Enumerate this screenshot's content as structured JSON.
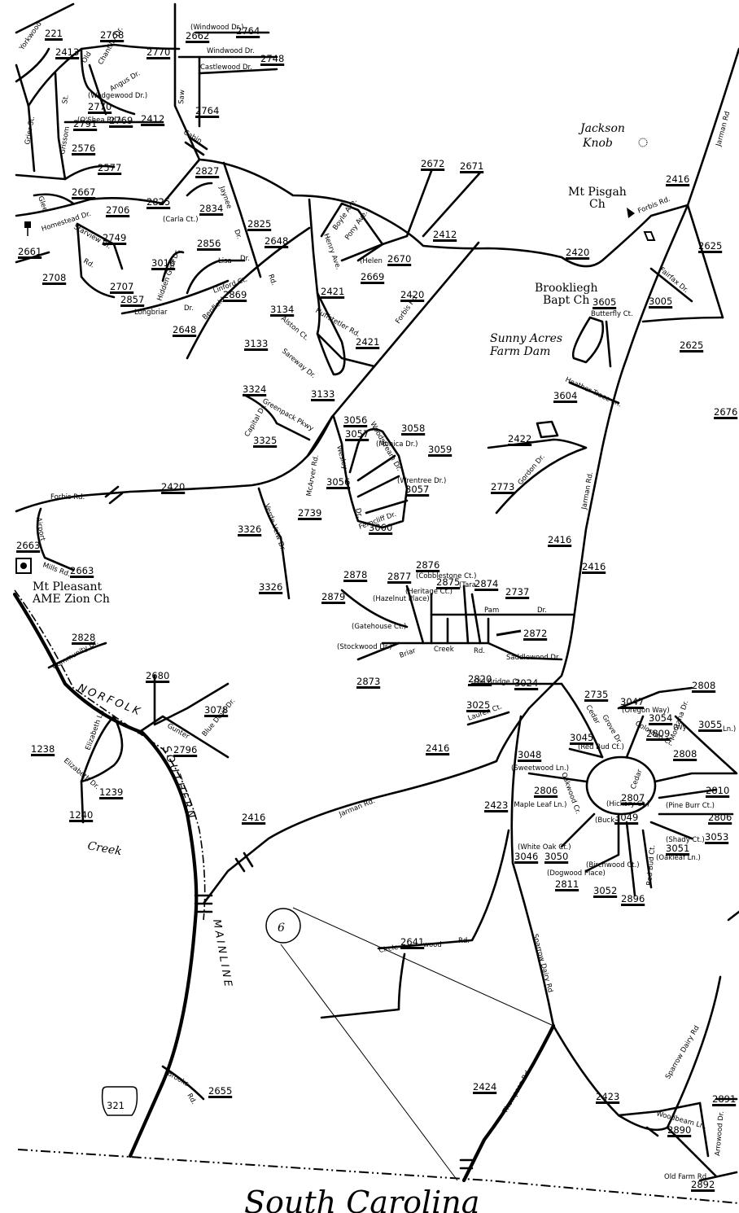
{
  "state_label": "South Carolina",
  "railroad": {
    "words": [
      "NORFOLK",
      "SOUTHERN",
      "MAINLINE"
    ]
  },
  "highway_shield": "321",
  "grid_marker": "6",
  "places": [
    {
      "id": "jackson-knob-1",
      "text": "Jackson"
    },
    {
      "id": "jackson-knob-2",
      "text": "Knob"
    },
    {
      "id": "mt-pisgah-1",
      "text": "Mt Pisgah"
    },
    {
      "id": "mt-pisgah-2",
      "text": "Ch"
    },
    {
      "id": "brookliegh-1",
      "text": "Brookliegh"
    },
    {
      "id": "brookliegh-2",
      "text": "Bapt Ch"
    },
    {
      "id": "sunny-acres-1",
      "text": "Sunny Acres"
    },
    {
      "id": "sunny-acres-2",
      "text": "Farm Dam"
    },
    {
      "id": "mt-pleasant-1",
      "text": "Mt Pleasant"
    },
    {
      "id": "mt-pleasant-2",
      "text": "AME Zion Ch"
    },
    {
      "id": "creek",
      "text": "Creek"
    }
  ],
  "roads": [
    {
      "text": "Forbis Rd."
    },
    {
      "text": "Forbis Rd"
    },
    {
      "text": "Forbis Rd."
    },
    {
      "text": "Jarman Rd."
    },
    {
      "text": "Jarman Rd."
    },
    {
      "text": "Jarman Rd"
    },
    {
      "text": "Sparrow Dairy Rd"
    },
    {
      "text": "Sparrow Dairy Rd"
    },
    {
      "text": "Thompson Rd."
    },
    {
      "text": "Circle"
    },
    {
      "text": "Rd."
    },
    {
      "text": "wood"
    },
    {
      "text": "Brooks"
    },
    {
      "text": "Rd."
    },
    {
      "text": "Gunter"
    },
    {
      "text": "Blue Devil Dr."
    },
    {
      "text": "Elizabeth Ln."
    },
    {
      "text": "Elizabeth Dr."
    },
    {
      "text": "Community Dr."
    },
    {
      "text": "Mills Rd."
    },
    {
      "text": "Airport"
    },
    {
      "text": "Verde Veiw Dr."
    },
    {
      "text": "McArver Rd."
    },
    {
      "text": "Wesley"
    },
    {
      "text": "Dr."
    },
    {
      "text": "Woodstream Dr."
    },
    {
      "text": "(Monica Dr.)"
    },
    {
      "text": "(Wrentree Dr.)"
    },
    {
      "text": "Ferncliff Dr."
    },
    {
      "text": "Capital Dr."
    },
    {
      "text": "Greenpack Pkwy"
    },
    {
      "text": "Huffstetler Rd."
    },
    {
      "text": "Alston Ct."
    },
    {
      "text": "Sareway Dr."
    },
    {
      "text": "Boyle Ave."
    },
    {
      "text": "Pony Ave."
    },
    {
      "text": "Henry Ave."
    },
    {
      "text": "(Helen"
    },
    {
      "text": "Rd."
    },
    {
      "text": "Benfield"
    },
    {
      "text": "Longbriar"
    },
    {
      "text": "Dr."
    },
    {
      "text": "Linford Ct."
    },
    {
      "text": "Lisa"
    },
    {
      "text": "Dr."
    },
    {
      "text": "Hidden Glen Dr."
    },
    {
      "text": "Jaynee"
    },
    {
      "text": "Dr."
    },
    {
      "text": "(Carla Ct.)"
    },
    {
      "text": "Starview Dr."
    },
    {
      "text": "Rd."
    },
    {
      "text": "Homestead Dr."
    },
    {
      "text": "Glee"
    },
    {
      "text": "Grier St."
    },
    {
      "text": "Grissom"
    },
    {
      "text": "St."
    },
    {
      "text": "Old"
    },
    {
      "text": "Chantilly Dr."
    },
    {
      "text": "Angus Dr."
    },
    {
      "text": "(Wedgewood Dr.)"
    },
    {
      "text": "(O'Shea Rd.)"
    },
    {
      "text": "Yorkwood"
    },
    {
      "text": "Saw"
    },
    {
      "text": "(Windwood Dr.)"
    },
    {
      "text": "Windwood Dr."
    },
    {
      "text": "Castlewood Dr."
    },
    {
      "text": "Cabin"
    },
    {
      "text": "Fairfax Dr."
    },
    {
      "text": "Butterfly Ct."
    },
    {
      "text": "Heather Trace Ln."
    },
    {
      "text": "Gordon Dr."
    },
    {
      "text": "Pam"
    },
    {
      "text": "Dr."
    },
    {
      "text": "Briar"
    },
    {
      "text": "Creek"
    },
    {
      "text": "Rd."
    },
    {
      "text": "Saddlewood Dr."
    },
    {
      "text": "(Cobblestone Ct.)"
    },
    {
      "text": "(Heritage Ct.)"
    },
    {
      "text": "(Tara"
    },
    {
      "text": "(Hazelnut Place)"
    },
    {
      "text": "(Gatehouse Ct.)"
    },
    {
      "text": "(Stockwood Dr.)"
    },
    {
      "text": "Old Bridge Ct."
    },
    {
      "text": "Lauren Ct."
    },
    {
      "text": "Cedar"
    },
    {
      "text": "Grove Dr."
    },
    {
      "text": "Colorado Ct."
    },
    {
      "text": "(Red Bud Ct.)"
    },
    {
      "text": "(Sweetwood Ln.)"
    },
    {
      "text": "(Maple Leaf Ln.)"
    },
    {
      "text": "Oakwood Cr."
    },
    {
      "text": "(Hickory Ct.)"
    },
    {
      "text": "Cedar"
    },
    {
      "text": "(Buck"
    },
    {
      "text": "(Oregon Way)"
    },
    {
      "text": "(Wy"
    },
    {
      "text": "Ln.)"
    },
    {
      "text": "Montana Dr."
    },
    {
      "text": "(Pine Burr Ct.)"
    },
    {
      "text": "(Shady Ct.)"
    },
    {
      "text": "(Oakleaf Ln.)"
    },
    {
      "text": "(White Oak Ct.)"
    },
    {
      "text": "(Birchwood Ct.)"
    },
    {
      "text": "(Dogwood Place)"
    },
    {
      "text": "Red Bud Ct."
    },
    {
      "text": "Woodbeam Ln."
    },
    {
      "text": "Arrowood Dr."
    },
    {
      "text": "Old Farm Rd."
    },
    {
      "text": "Jarman Rd."
    },
    {
      "text": "Arrowood Dr."
    }
  ],
  "numbers": [
    "221",
    "2413",
    "2768",
    "2770",
    "2662",
    "2764",
    "2748",
    "2764",
    "2770",
    "2791",
    "2769",
    "2412",
    "2576",
    "2577",
    "2827",
    "2667",
    "2706",
    "2825",
    "2834",
    "2825",
    "2749",
    "2856",
    "2648",
    "2661",
    "3016",
    "2708",
    "2707",
    "2857",
    "2869",
    "2648",
    "2672",
    "2671",
    "2416",
    "2412",
    "2670",
    "2669",
    "2420",
    "2625",
    "2421",
    "2420",
    "3134",
    "3605",
    "3005",
    "3133",
    "2421",
    "2625",
    "3133",
    "3604",
    "3324",
    "3056",
    "3058",
    "2676",
    "3057",
    "3059",
    "3325",
    "2422",
    "3056",
    "3057",
    "2773",
    "2420",
    "3060",
    "2739",
    "3326",
    "2663",
    "2663",
    "2416",
    "2416",
    "2876",
    "2878",
    "2877",
    "2875",
    "2874",
    "2737",
    "3326",
    "2879",
    "2828",
    "2872",
    "2873",
    "2820",
    "3024",
    "2680",
    "2808",
    "2735",
    "3047",
    "3025",
    "3078",
    "3054",
    "3055",
    "3045",
    "2809",
    "1238",
    "2796",
    "2416",
    "3048",
    "2808",
    "1239",
    "2806",
    "2807",
    "2810",
    "2423",
    "1240",
    "2806",
    "2416",
    "3049",
    "3053",
    "3051",
    "3046",
    "3050",
    "2811",
    "3052",
    "2896",
    "2641",
    "2655",
    "2424",
    "2423",
    "2891",
    "2890",
    "2892"
  ]
}
